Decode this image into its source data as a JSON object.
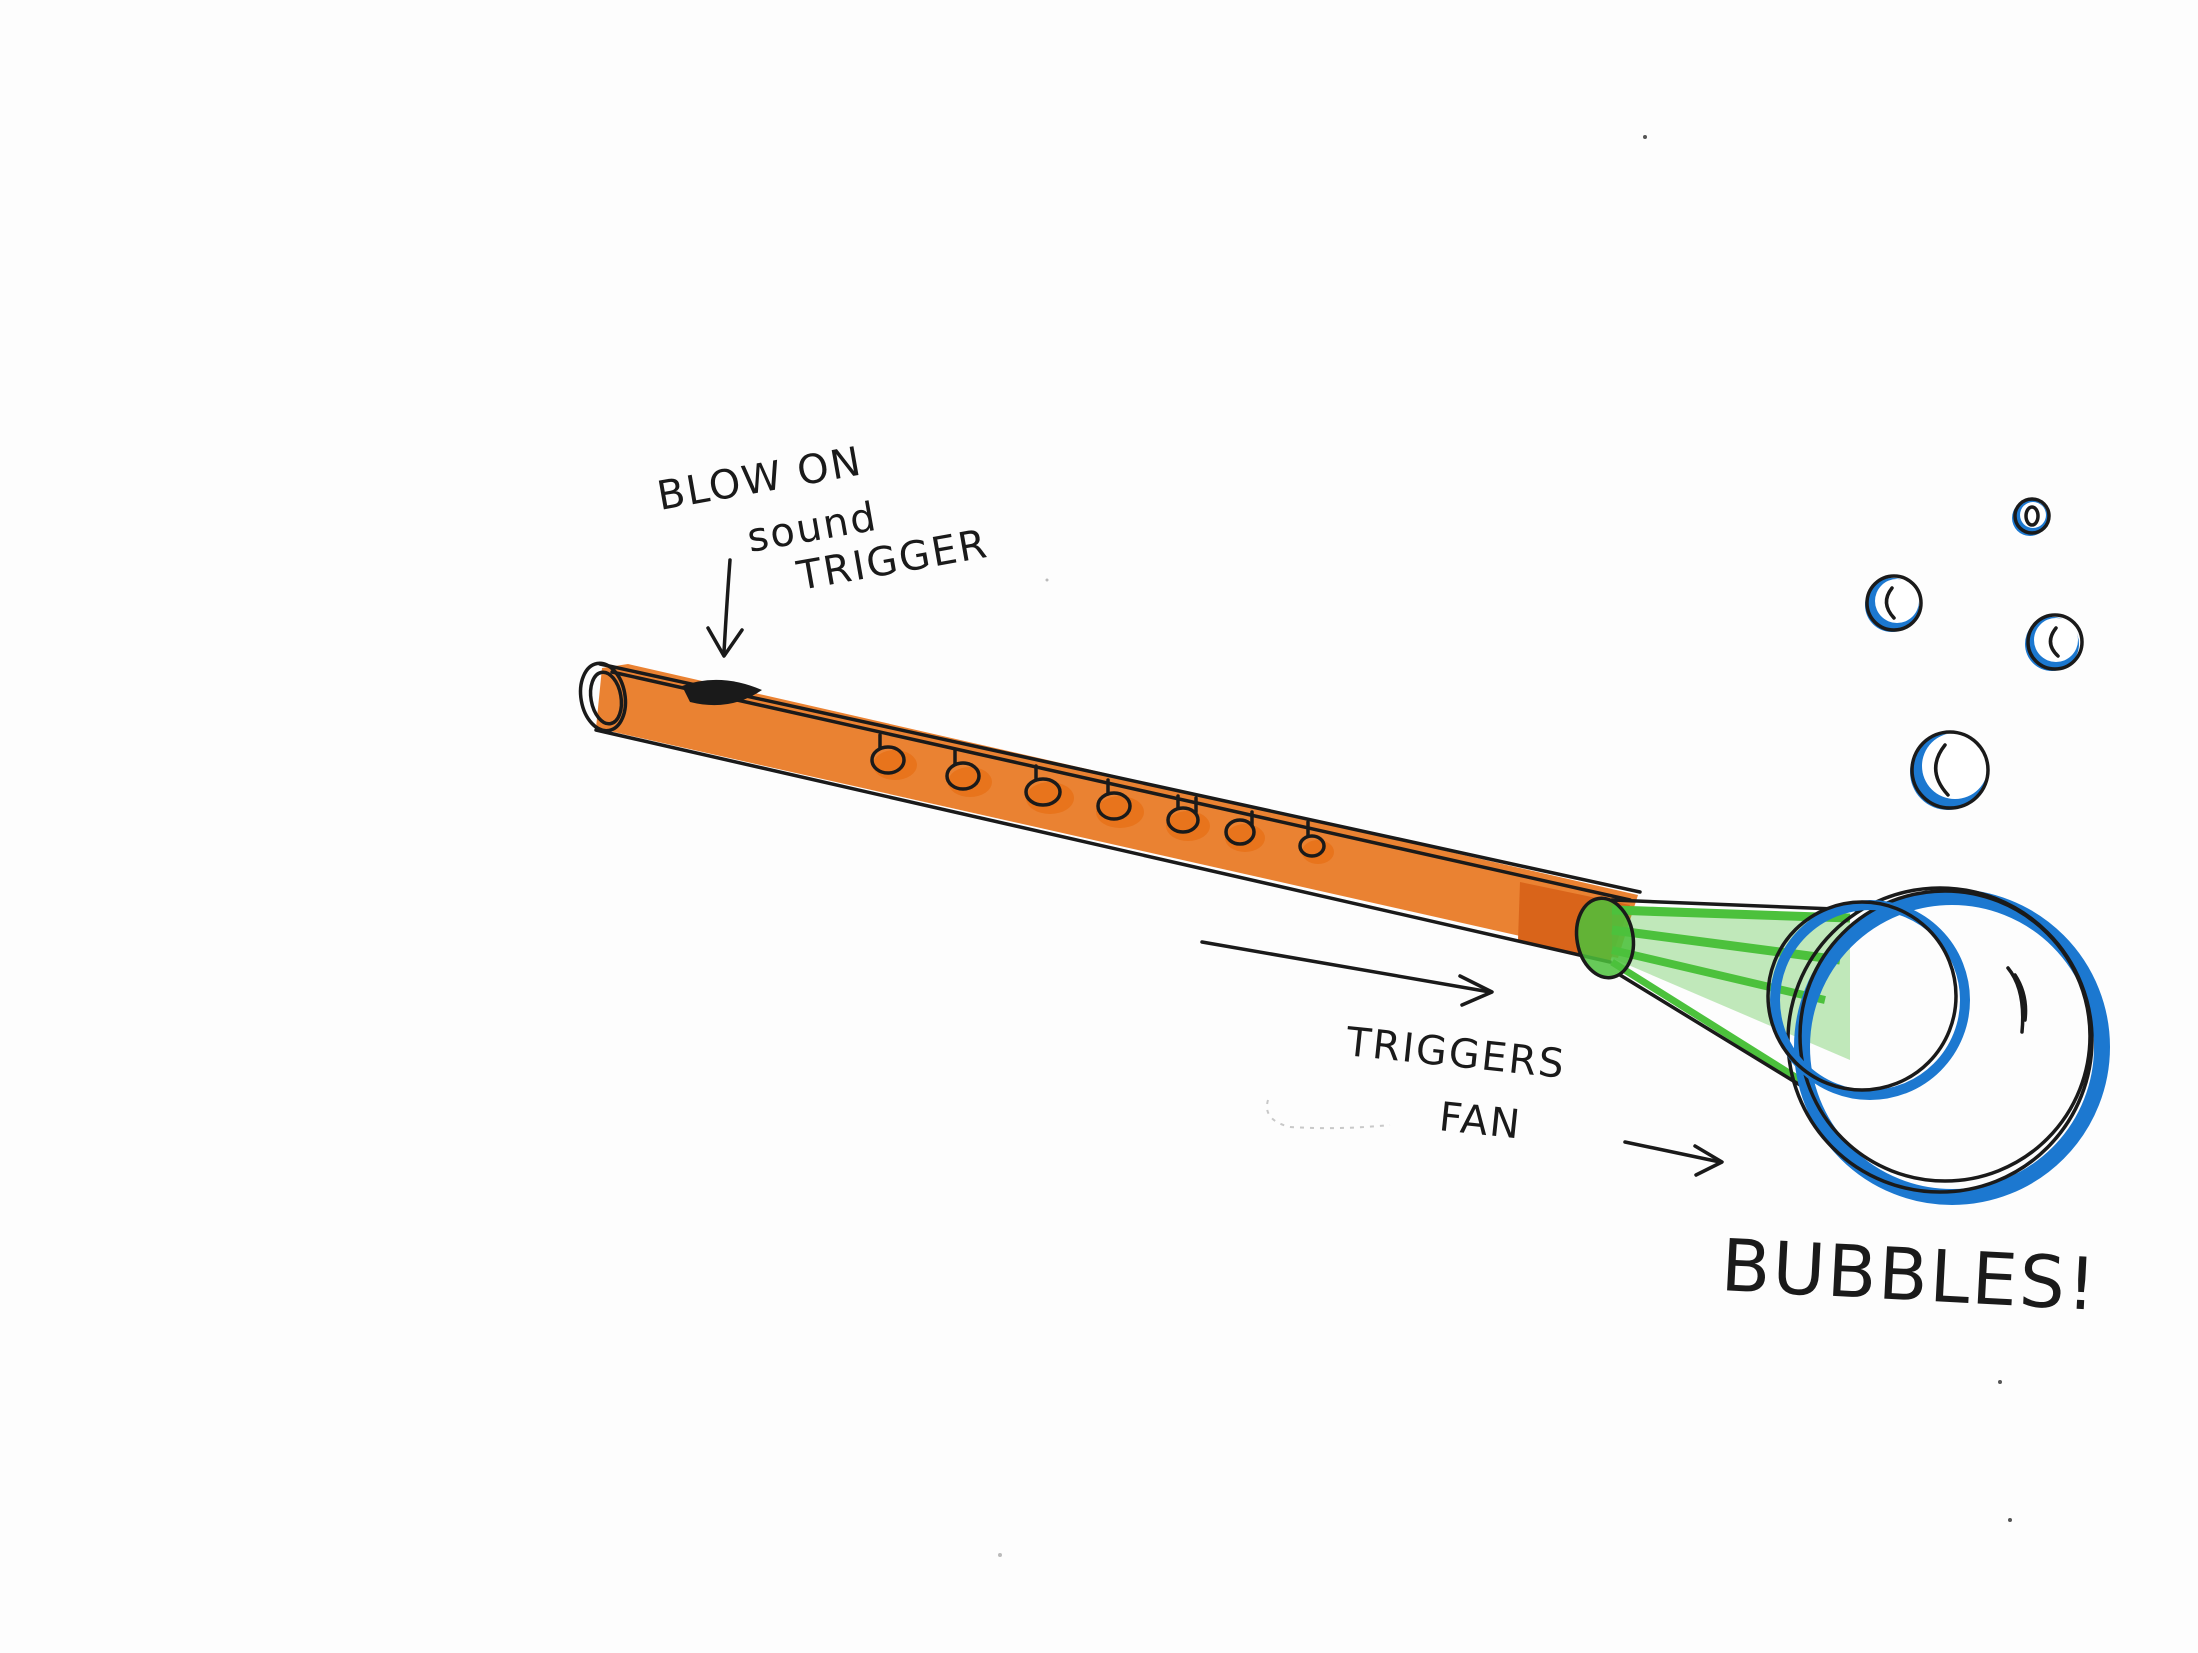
{
  "labels": {
    "blow_line1": "BLOW ON",
    "blow_line2": "sound",
    "blow_line3": "TRIGGER",
    "triggers": "TRIGGERS",
    "fan": "FAN",
    "bubbles": "BUBBLES!"
  },
  "colors": {
    "flute": "#e8741c",
    "fan": "#4cc13c",
    "bubble": "#1c78d0",
    "ink": "#1a1a1a",
    "paper": "#fdfdfd"
  },
  "icons": {
    "flute": "flute-icon",
    "fan": "fan-icon",
    "bubble": "bubble-icon",
    "arrow": "arrow-icon"
  }
}
